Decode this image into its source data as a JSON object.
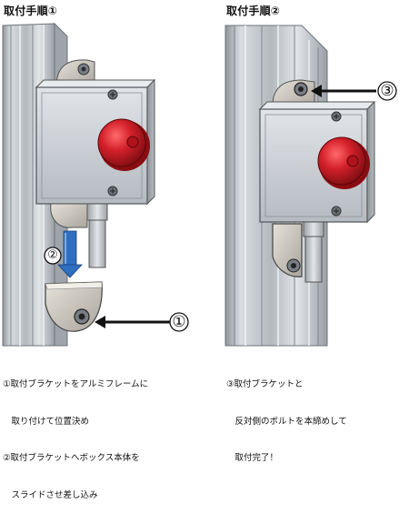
{
  "panels": {
    "left": {
      "title": "取付手順①",
      "callouts": [
        "②",
        "①"
      ],
      "caption_lines": [
        "①取付ブラケットをアルミフレームに",
        "　取り付けて位置決め",
        "②取付ブラケットへボックス本体を",
        "　スライドさせ差し込み"
      ]
    },
    "right": {
      "title": "取付手順②",
      "callouts": [
        "③"
      ],
      "caption_lines": [
        "③取付ブラケットと",
        "　反対側のボルトを本締めして",
        "　取付完了！"
      ]
    }
  },
  "colors": {
    "frame": "#b9bdc2",
    "box": "#c7ccd2",
    "button": "#d4202a",
    "arrow": "#2f6fc0"
  }
}
